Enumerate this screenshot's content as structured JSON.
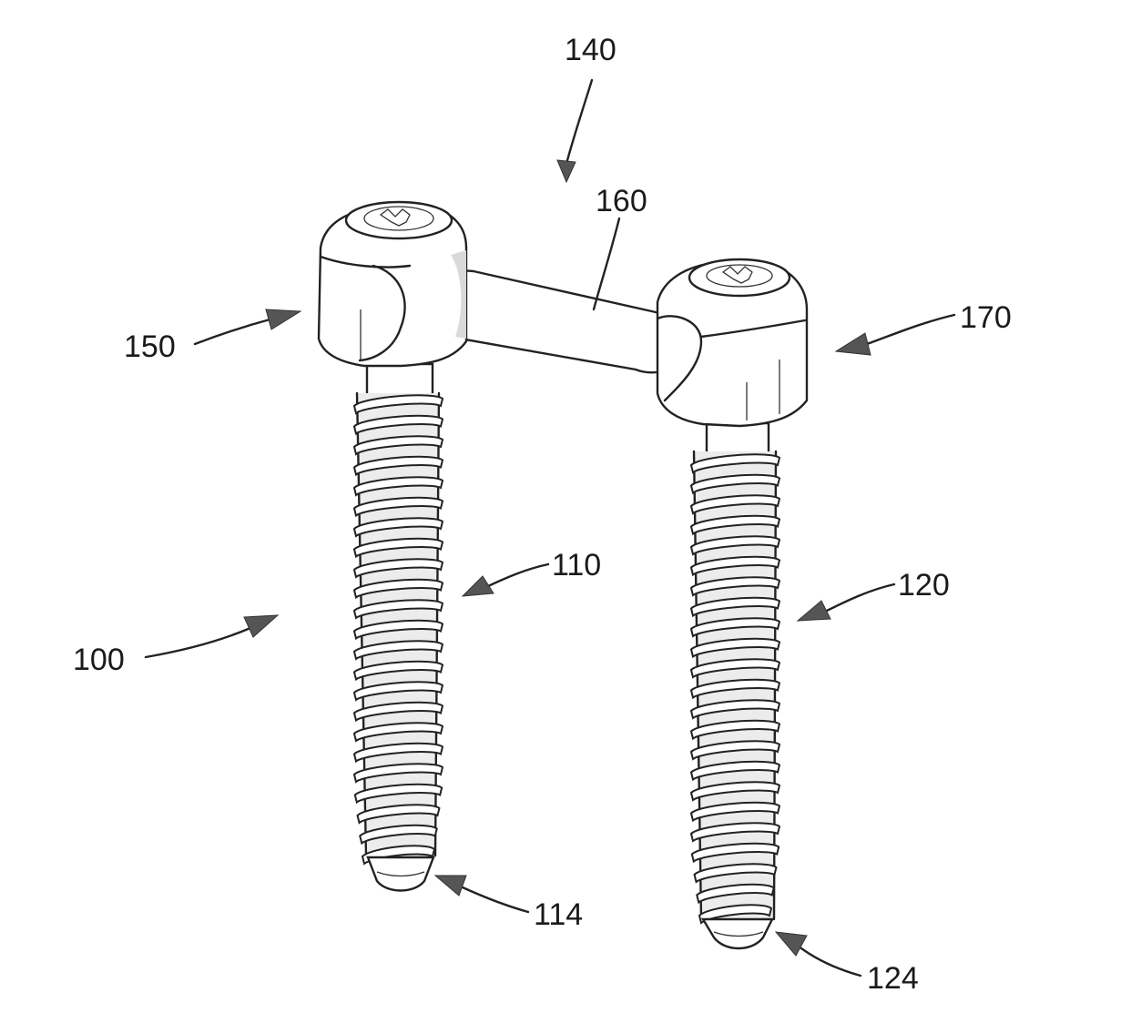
{
  "figure": {
    "labels": {
      "assembly": "100",
      "first_screw": "110",
      "first_screw_tip": "114",
      "second_screw": "120",
      "second_screw_tip": "124",
      "connector": "140",
      "first_head": "150",
      "rod": "160",
      "second_head": "170"
    }
  }
}
